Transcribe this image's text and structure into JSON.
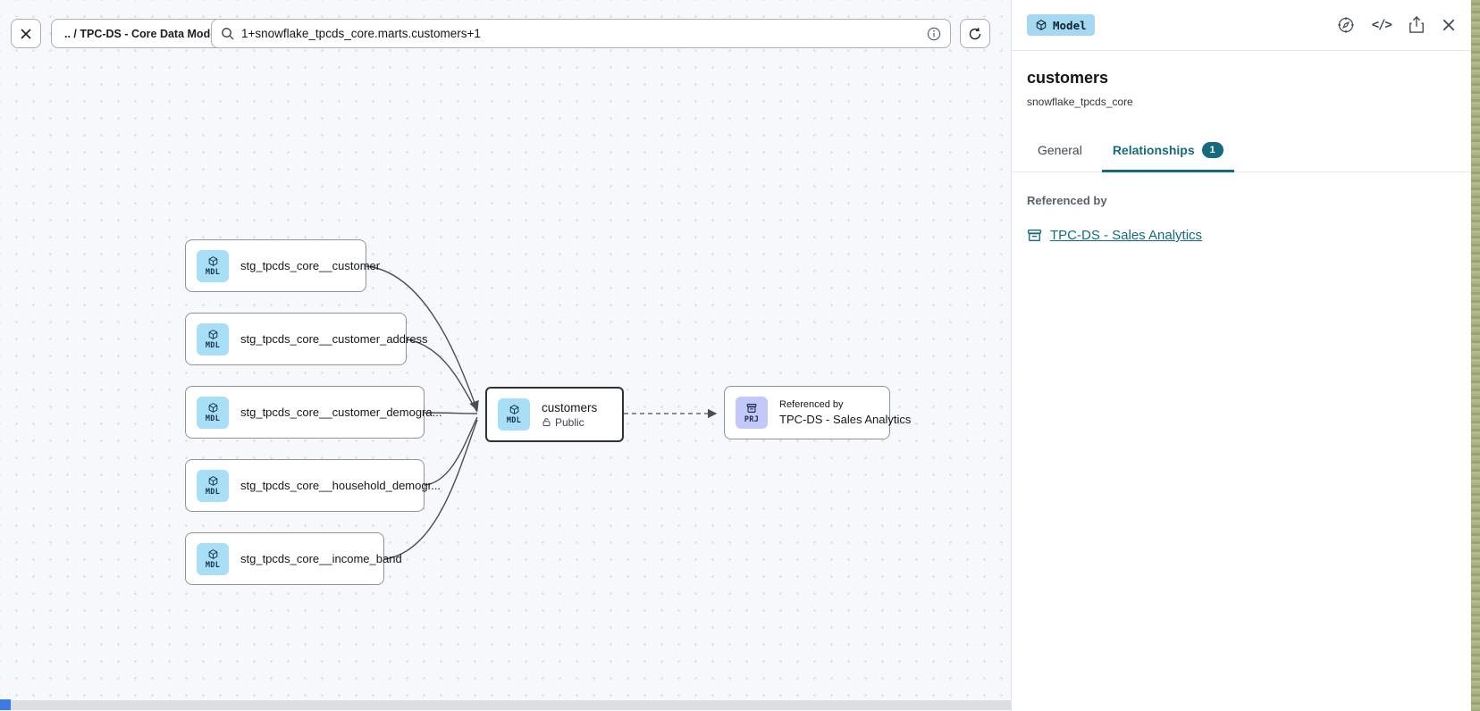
{
  "topbar": {
    "breadcrumb": ".. / TPC-DS - Core Data Models",
    "search": {
      "value": "1+snowflake_tpcds_core.marts.customers+1"
    }
  },
  "canvas": {
    "upstream_nodes": [
      {
        "badge": "MDL",
        "label": "stg_tpcds_core__customer"
      },
      {
        "badge": "MDL",
        "label": "stg_tpcds_core__customer_address"
      },
      {
        "badge": "MDL",
        "label": "stg_tpcds_core__customer_demogra..."
      },
      {
        "badge": "MDL",
        "label": "stg_tpcds_core__household_demogr..."
      },
      {
        "badge": "MDL",
        "label": "stg_tpcds_core__income_band"
      }
    ],
    "selected_node": {
      "badge": "MDL",
      "title": "customers",
      "access": "Public"
    },
    "downstream_node": {
      "badge": "PRJ",
      "kicker": "Referenced by",
      "title": "TPC-DS - Sales Analytics"
    }
  },
  "panel": {
    "type_badge": "Model",
    "title": "customers",
    "subtitle": "snowflake_tpcds_core",
    "tabs": {
      "general": "General",
      "relationships": "Relationships",
      "relationships_count": "1"
    },
    "referenced_by_label": "Referenced by",
    "reference_link": "TPC-DS - Sales Analytics"
  },
  "colors": {
    "accent_teal": "#156a7d",
    "model_badge_blue": "#a5d8f1",
    "mdl_icon_blue": "#a9def7",
    "prj_icon_purple": "#c2c9f8",
    "scroll_thumb_blue": "#3c79e6"
  }
}
